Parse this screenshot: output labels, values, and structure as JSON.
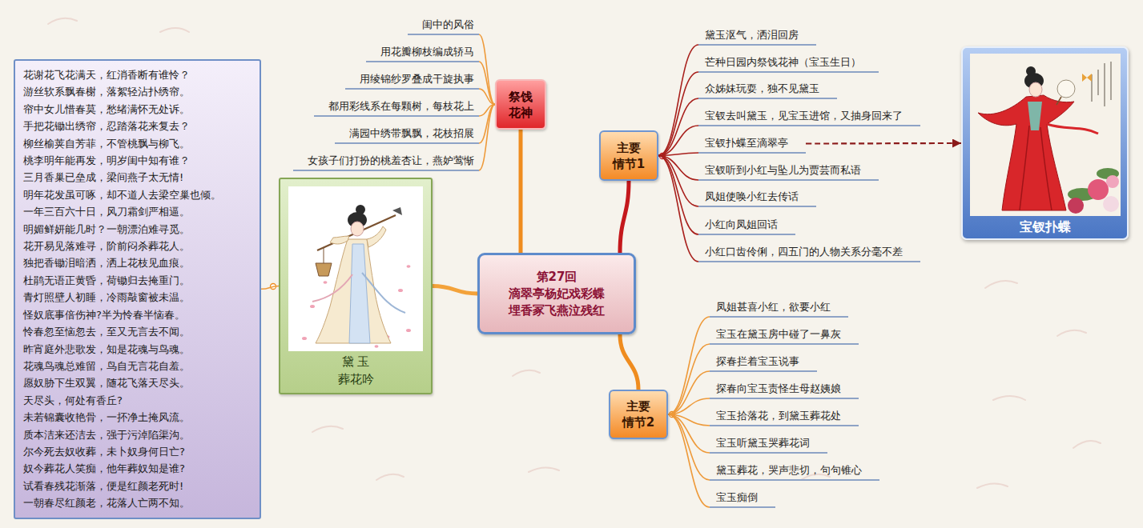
{
  "diagram": {
    "nodes": [
      {
        "text": [
          "第27回",
          "滴翠亭杨妃戏彩蝶 埋香冢飞燕泣残红"
        ]
      },
      {
        "text": [
          "祭饯 花神"
        ]
      },
      {
        "text": [
          "闺中的风俗"
        ]
      },
      {
        "text": [
          "用花瓣柳枝编成轿马"
        ]
      },
      {
        "text": [
          "用绫锦纱罗叠成干旋执事"
        ]
      },
      {
        "text": [
          "都用彩线系在每颗树，每枝花上"
        ]
      },
      {
        "text": [
          "满园中绣带飘飘，花枝招展"
        ]
      },
      {
        "text": [
          "女孩子们打扮的桃羞杏让，燕妒莺惭"
        ]
      },
      {
        "text": [
          "主要 情节1"
        ]
      },
      {
        "text": [
          "黛玉沤气，洒泪回房"
        ]
      },
      {
        "text": [
          "芒种日园内祭饯花神（宝玉生日）"
        ]
      },
      {
        "text": [
          "众姊妹玩耍，独不见黛玉"
        ]
      },
      {
        "text": [
          "宝钗去叫黛玉，见宝玉进馆，又抽身回来了"
        ]
      },
      {
        "text": [
          "宝钗扑蝶至滴翠亭"
        ]
      },
      {
        "text": [
          "宝钗听到小红与坠儿为贾芸而私语"
        ]
      },
      {
        "text": [
          "凤姐使唤小红去传话"
        ]
      },
      {
        "text": [
          "小红向凤姐回话"
        ]
      },
      {
        "text": [
          "小红口齿伶俐，四五门的人物关系分毫不差"
        ]
      },
      {
        "text": [
          "宝钗扑蝶"
        ]
      },
      {
        "text": [
          "主要 情节2"
        ]
      },
      {
        "text": [
          "凤姐甚喜小红，欲要小红"
        ]
      },
      {
        "text": [
          "宝玉在黛玉房中碰了一鼻灰"
        ]
      },
      {
        "text": [
          "探春拦着宝玉说事"
        ]
      },
      {
        "text": [
          "探春向宝玉责怪生母赵姨娘"
        ]
      },
      {
        "text": [
          "宝玉拾落花，到黛玉葬花处"
        ]
      },
      {
        "text": [
          "宝玉听黛玉哭葬花词"
        ]
      },
      {
        "text": [
          "黛玉葬花，哭声悲切，句句锥心"
        ]
      },
      {
        "text": [
          "宝玉痴倒"
        ]
      },
      {
        "text": [
          "黛 玉",
          "葬花吟"
        ]
      },
      {
        "text": [
          "花谢花飞花满天，红消香断有谁怜？",
          "游丝软系飘春榭，落絮轻沾扑绣帘。",
          "帘中女儿惜春莫，愁绪满怀无处诉。",
          "手把花锄出绣帘，忍踏落花来复去？",
          "柳丝榆荚自芳菲，不管桃飘与柳飞。",
          "桃李明年能再发，明岁闺中知有谁？",
          "三月香巢已垒成，梁间燕子太无情!",
          "明年花发虽可啄，却不道人去梁空巢也倾。",
          "一年三百六十日，风刀霜剑严相逼。",
          "明媚鲜妍能几时？一朝漂泊难寻觅。",
          "花开易见落难寻，阶前闷杀葬花人。",
          "独把香锄泪暗洒，洒上花枝见血痕。",
          "杜鹃无语正黄昏，荷锄归去掩重门。",
          "青灯照壁人初睡，冷雨敲窗被未温。",
          "怪奴底事倍伤神?半为怜春半恼春。",
          "怜春忽至恼忽去，至又无言去不闻。",
          "昨宵庭外悲歌发，知是花魂与鸟魂。",
          "花魂鸟魂总难留，鸟自无言花自羞。",
          "愿奴胁下生双翼，随花飞落天尽头。",
          "天尽头，何处有香丘?",
          "未若锦囊收艳骨，一抔净土掩风流。",
          "质本洁来还洁去，强于污淖陷渠沟。",
          "尔今死去奴收葬，未卜奴身何日亡?",
          "奴今葬花人笑痴，他年葬奴知是谁?",
          "试看春残花渐落，便是红颜老死时!",
          "一朝春尽红颜老，花落人亡两不知。"
        ]
      }
    ],
    "edges": [
      {
        "from": 0,
        "to": 1,
        "arrow": "none"
      },
      {
        "from": 0,
        "to": 8,
        "arrow": "none"
      },
      {
        "from": 0,
        "to": 19,
        "arrow": "none"
      },
      {
        "from": 0,
        "to": 28,
        "arrow": "none"
      },
      {
        "from": 1,
        "to": 2,
        "arrow": "none"
      },
      {
        "from": 1,
        "to": 3,
        "arrow": "none"
      },
      {
        "from": 1,
        "to": 4,
        "arrow": "none"
      },
      {
        "from": 1,
        "to": 5,
        "arrow": "none"
      },
      {
        "from": 1,
        "to": 6,
        "arrow": "none"
      },
      {
        "from": 1,
        "to": 7,
        "arrow": "none"
      },
      {
        "from": 8,
        "to": 9,
        "arrow": "none"
      },
      {
        "from": 8,
        "to": 10,
        "arrow": "none"
      },
      {
        "from": 8,
        "to": 11,
        "arrow": "none"
      },
      {
        "from": 8,
        "to": 12,
        "arrow": "none"
      },
      {
        "from": 8,
        "to": 13,
        "arrow": "none"
      },
      {
        "from": 8,
        "to": 14,
        "arrow": "none"
      },
      {
        "from": 8,
        "to": 15,
        "arrow": "none"
      },
      {
        "from": 8,
        "to": 16,
        "arrow": "none"
      },
      {
        "from": 8,
        "to": 17,
        "arrow": "none"
      },
      {
        "from": 13,
        "to": 18,
        "arrow": "to"
      },
      {
        "from": 19,
        "to": 20,
        "arrow": "none"
      },
      {
        "from": 19,
        "to": 21,
        "arrow": "none"
      },
      {
        "from": 19,
        "to": 22,
        "arrow": "none"
      },
      {
        "from": 19,
        "to": 23,
        "arrow": "none"
      },
      {
        "from": 19,
        "to": 24,
        "arrow": "none"
      },
      {
        "from": 19,
        "to": 25,
        "arrow": "none"
      },
      {
        "from": 19,
        "to": 26,
        "arrow": "none"
      },
      {
        "from": 19,
        "to": 27,
        "arrow": "none"
      },
      {
        "from": 28,
        "to": 29,
        "arrow": "none"
      }
    ]
  }
}
